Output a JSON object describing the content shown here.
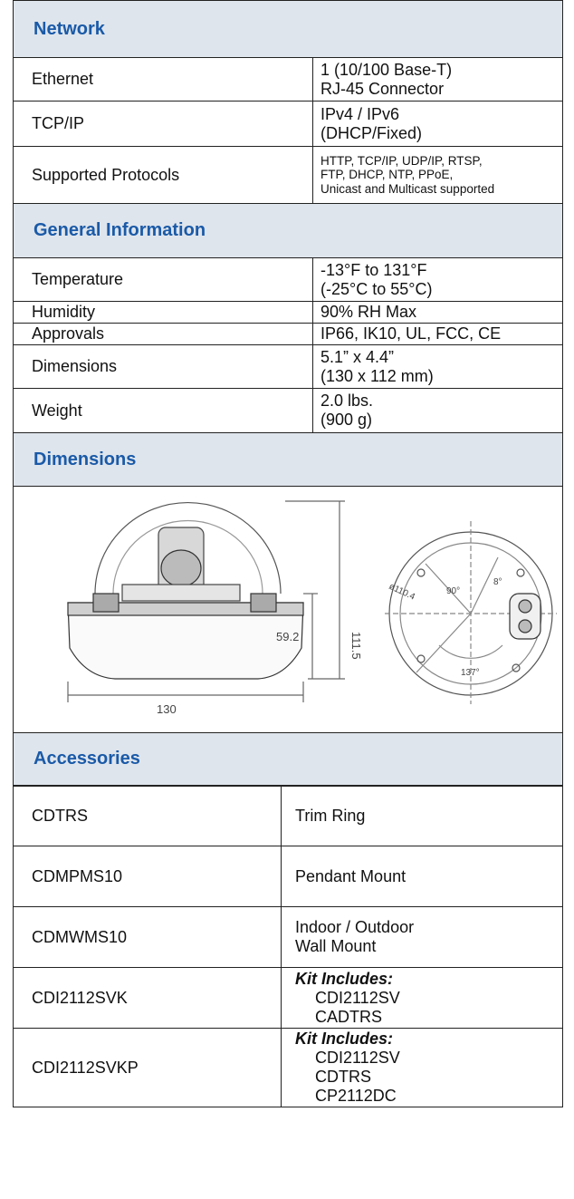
{
  "network": {
    "title": "Network",
    "rows": [
      {
        "label": "Ethernet",
        "value": [
          "1 (10/100 Base-T)",
          "RJ-45 Connector"
        ]
      },
      {
        "label": "TCP/IP",
        "value": [
          "IPv4 / IPv6",
          "(DHCP/Fixed)"
        ]
      },
      {
        "label": "Supported Protocols",
        "value": [
          "HTTP, TCP/IP, UDP/IP, RTSP,",
          "FTP, DHCP, NTP, PPoE,",
          "Unicast and Multicast supported"
        ]
      }
    ]
  },
  "general": {
    "title": "General Information",
    "rows": [
      {
        "label": "Temperature",
        "value": [
          "-13°F to 131°F",
          "(-25°C to 55°C)"
        ]
      },
      {
        "label": "Humidity",
        "value": [
          "90% RH Max"
        ]
      },
      {
        "label": "Approvals",
        "value": [
          "IP66, IK10, UL, FCC, CE"
        ]
      },
      {
        "label": "Dimensions",
        "value": [
          "5.1” x 4.4”",
          "(130 x 112 mm)"
        ]
      },
      {
        "label": "Weight",
        "value": [
          "2.0 lbs.",
          "(900 g)"
        ]
      }
    ]
  },
  "dimensions": {
    "title": "Dimensions",
    "drawing": {
      "height_label": "111.5",
      "base_height_label": "59.2",
      "width_label": "130",
      "diameter_label": "ø110.4",
      "angle_label_1": "90°",
      "angle_label_2": "8°",
      "angle_label_3": "137°"
    }
  },
  "accessories": {
    "title": "Accessories",
    "kit_heading": "Kit Includes:",
    "rows": [
      {
        "label": "CDTRS",
        "value": [
          "Trim Ring"
        ]
      },
      {
        "label": "CDMPMS10",
        "value": [
          "Pendant Mount"
        ]
      },
      {
        "label": "CDMWMS10",
        "value": [
          "Indoor / Outdoor",
          "Wall Mount"
        ]
      },
      {
        "label": "CDI2112SVK",
        "kit": [
          "CDI2112SV",
          "CADTRS"
        ]
      },
      {
        "label": "CDI2112SVKP",
        "kit": [
          "CDI2112SV",
          "CDTRS",
          "CP2112DC"
        ]
      }
    ]
  },
  "colors": {
    "header_bg": "#dfe5ec",
    "header_text": "#1a5aa8",
    "border": "#222222"
  }
}
